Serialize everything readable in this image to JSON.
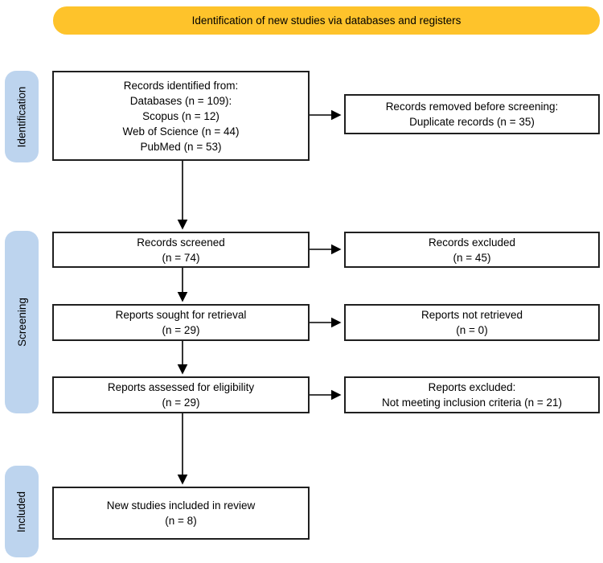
{
  "banner": {
    "label": "Identification of new studies via databases and registers"
  },
  "stages": [
    {
      "label": "Identification"
    },
    {
      "label": "Screening"
    },
    {
      "label": "Included"
    }
  ],
  "boxes": {
    "records_identified": {
      "lines": [
        "Records identified from:",
        "Databases (n = 109):",
        "Scopus (n = 12)",
        "Web of Science (n = 44)",
        "PubMed (n = 53)"
      ]
    },
    "records_removed": {
      "lines": [
        "Records removed before screening:",
        "Duplicate records (n = 35)"
      ]
    },
    "records_screened": {
      "lines": [
        "Records screened",
        "(n = 74)"
      ]
    },
    "records_excluded": {
      "lines": [
        "Records excluded",
        "(n = 45)"
      ]
    },
    "reports_sought": {
      "lines": [
        "Reports sought for retrieval",
        "(n = 29)"
      ]
    },
    "reports_not_retrieved": {
      "lines": [
        "Reports not retrieved",
        "(n = 0)"
      ]
    },
    "reports_assessed": {
      "lines": [
        "Reports assessed for eligibility",
        "(n = 29)"
      ]
    },
    "reports_excluded": {
      "lines": [
        "Reports excluded:",
        "Not meeting inclusion criteria (n = 21)"
      ]
    },
    "new_studies_included": {
      "lines": [
        "New studies included in review",
        "(n = 8)"
      ]
    }
  },
  "colors": {
    "banner_bg": "#FEC32B",
    "stage_bg": "#BDD4EE",
    "box_border": "#1F1F1F",
    "arrow": "#000000",
    "text": "#000000",
    "background": "#FFFFFF"
  }
}
